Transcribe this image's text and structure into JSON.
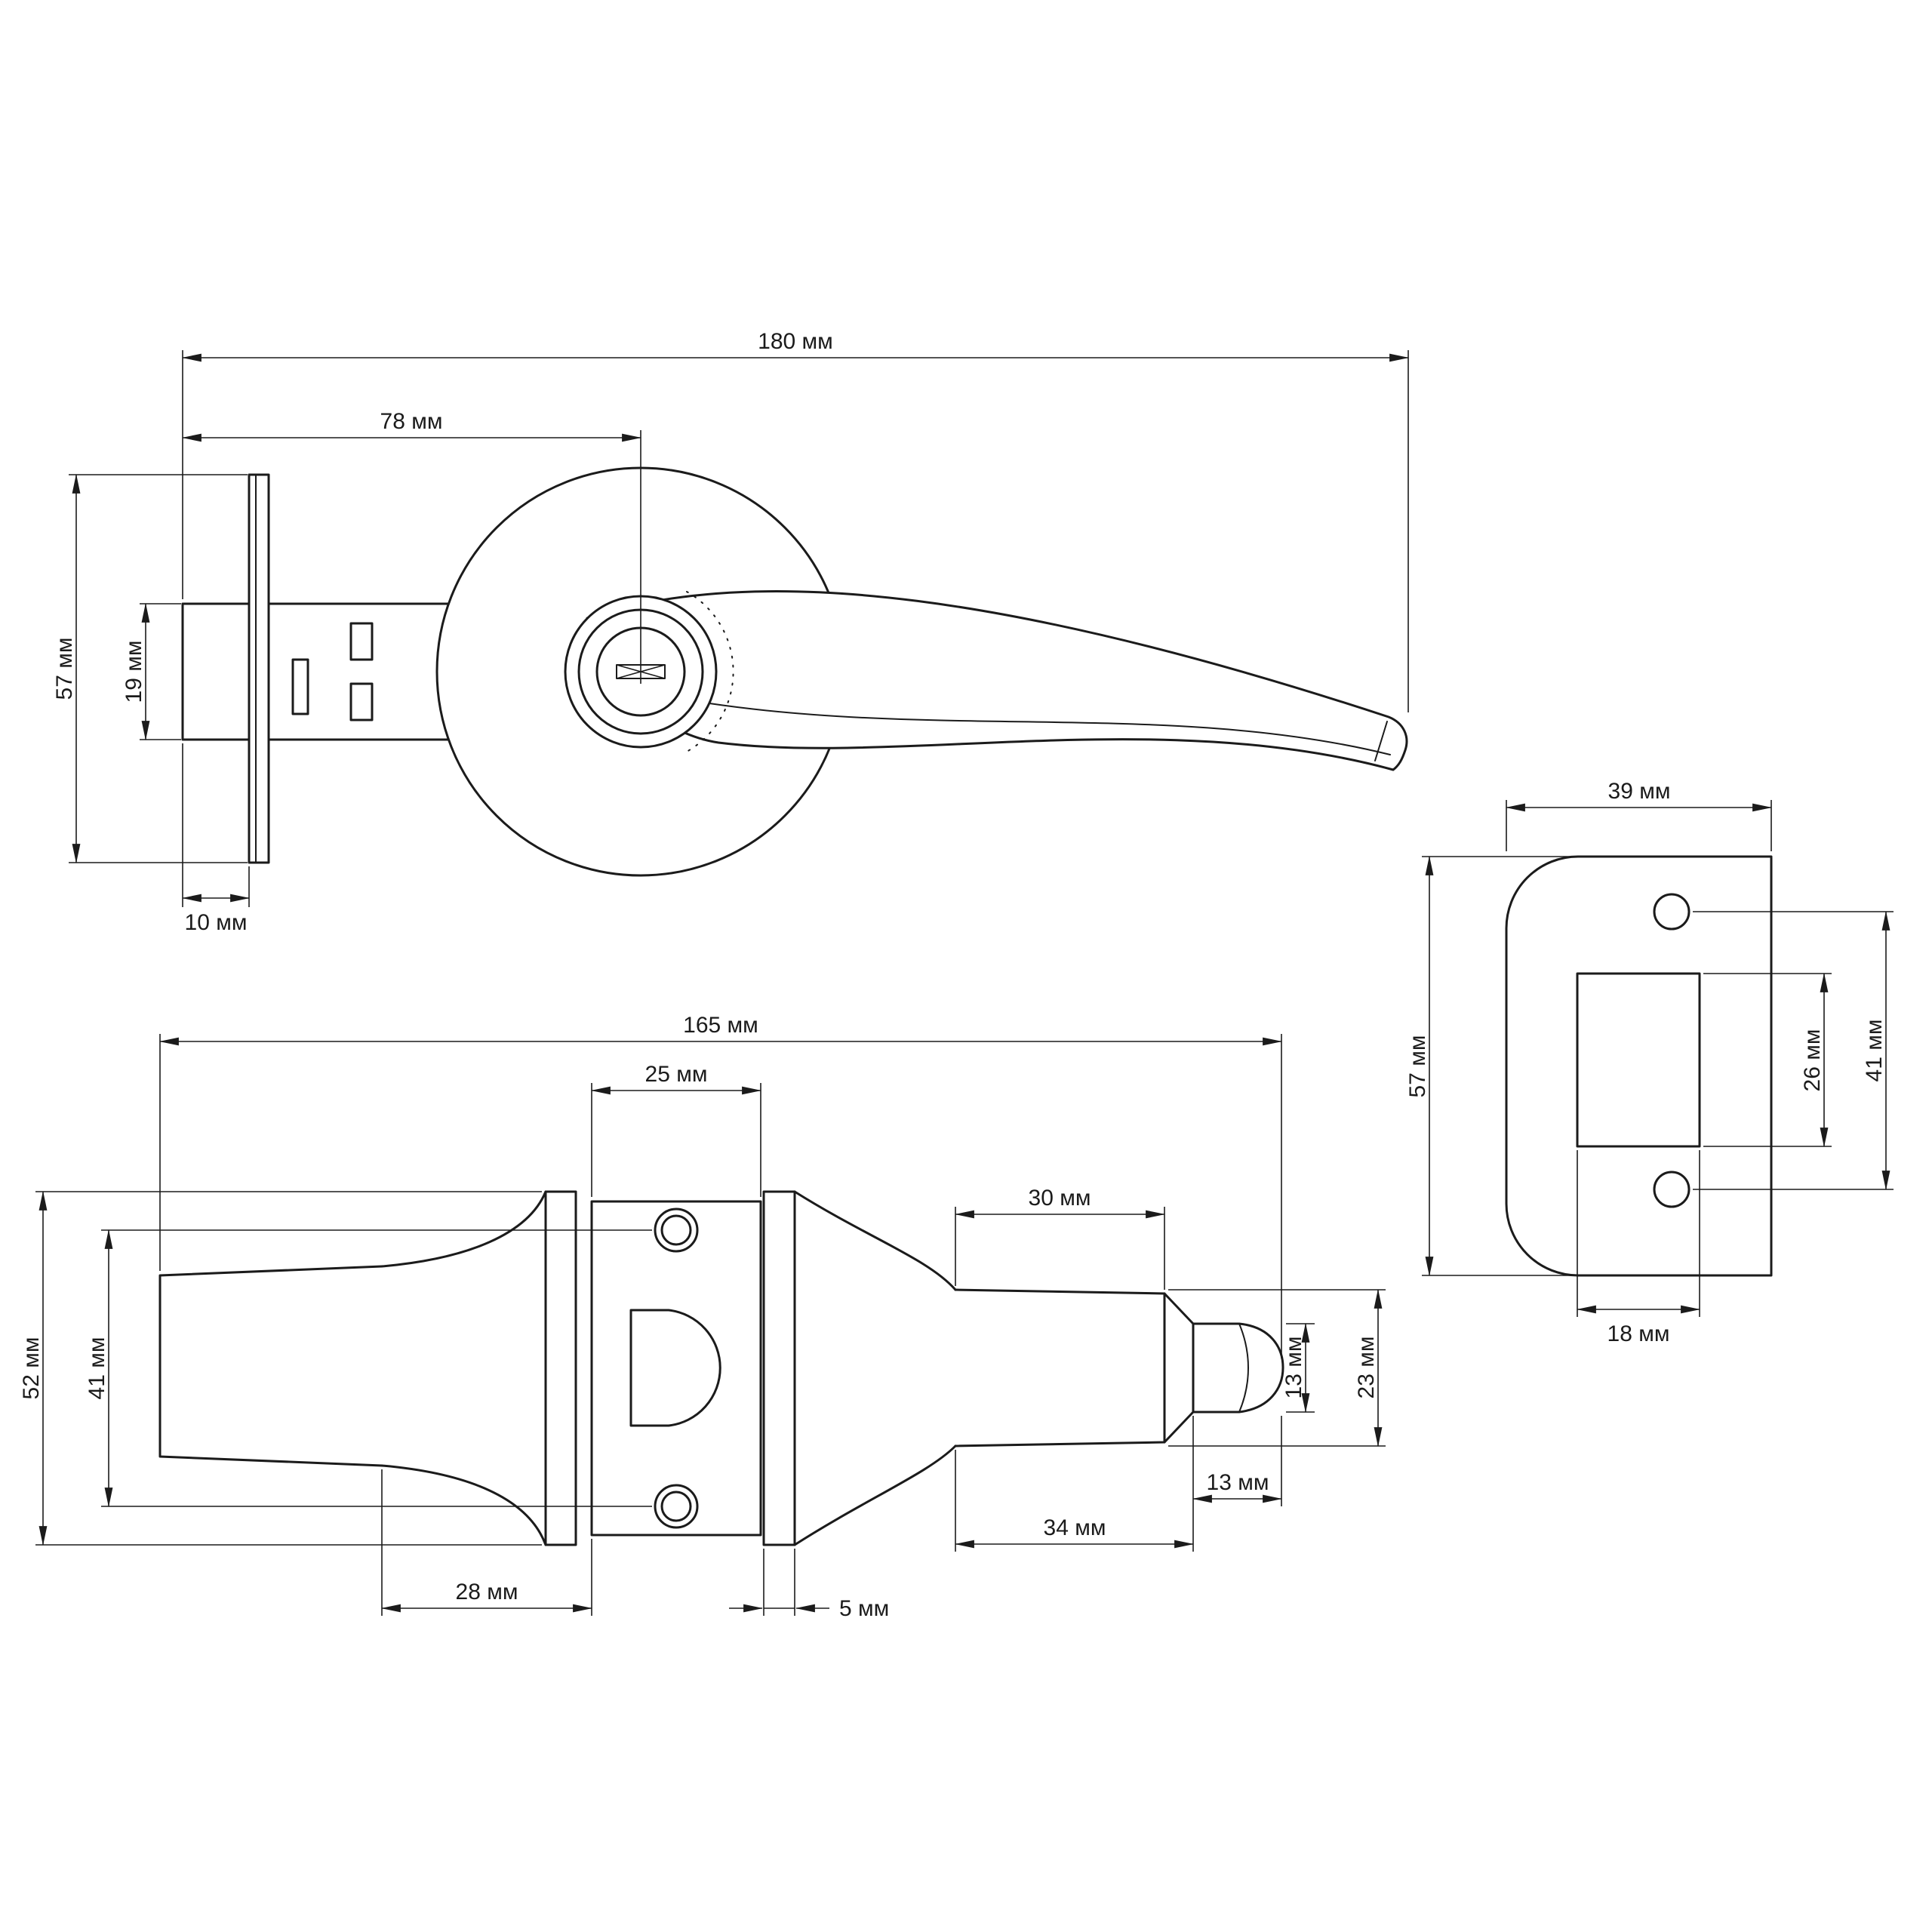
{
  "page": {
    "background": "#ffffff",
    "line_color": "#1b1b1b"
  },
  "drawing": {
    "kind": "door-lock-technical-drawing",
    "units": "мм",
    "views": {
      "lever_top": {
        "dims": {
          "total_length": "180 мм",
          "backset_to_center": "78 мм",
          "faceplate_height": "57 мм",
          "bolt_height": "19 мм",
          "bolt_protrusion": "10 мм"
        }
      },
      "latch_side": {
        "dims": {
          "total_length": "165 мм",
          "chassis_width": "25 мм",
          "overall_height": "52 мм",
          "screw_spacing": "41 мм",
          "sleeve_length": "30 мм",
          "bolt_face_height": "13 мм",
          "sleeve_height": "23 мм",
          "bolt_length": "13 мм",
          "tail_length": "34 мм",
          "rose_depth": "28 мм",
          "plate_thickness": "5 мм"
        }
      },
      "strike_plate": {
        "dims": {
          "width": "39 мм",
          "height": "57 мм",
          "screw_spacing": "41 мм",
          "cutout_height": "26 мм",
          "cutout_width": "18 мм"
        }
      }
    }
  }
}
